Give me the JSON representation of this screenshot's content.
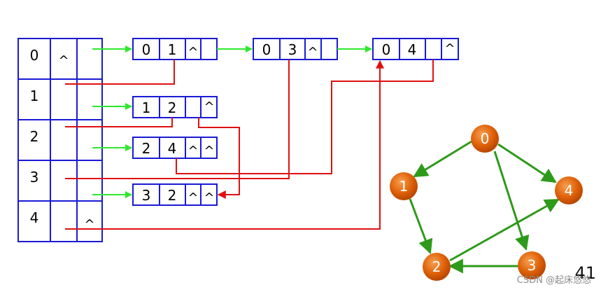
{
  "colors": {
    "box_border": "#1a1ad6",
    "green_link": "#2ee82e",
    "red_link": "#e01010",
    "edge_green": "#2e9a1a",
    "circle_fill": "#e0620a",
    "circle_highlight": "#f6a050"
  },
  "vertex_table": {
    "rows": [
      {
        "index": "0",
        "first_in": "^",
        "first_out": ""
      },
      {
        "index": "1",
        "first_in": "",
        "first_out": ""
      },
      {
        "index": "2",
        "first_in": "",
        "first_out": ""
      },
      {
        "index": "3",
        "first_in": "",
        "first_out": ""
      },
      {
        "index": "4",
        "first_in": "",
        "first_out": "^"
      }
    ]
  },
  "arc_nodes": [
    {
      "tail": "0",
      "head": "1",
      "hlink": "^",
      "tlink": ""
    },
    {
      "tail": "0",
      "head": "3",
      "hlink": "^",
      "tlink": ""
    },
    {
      "tail": "0",
      "head": "4",
      "hlink": "",
      "tlink": "^"
    },
    {
      "tail": "1",
      "head": "2",
      "hlink": "",
      "tlink": "^"
    },
    {
      "tail": "2",
      "head": "4",
      "hlink": "^",
      "tlink": "^"
    },
    {
      "tail": "3",
      "head": "2",
      "hlink": "^",
      "tlink": "^"
    }
  ],
  "graph": {
    "vertices": [
      "0",
      "1",
      "2",
      "3",
      "4"
    ],
    "edges": [
      [
        "0",
        "1"
      ],
      [
        "0",
        "4"
      ],
      [
        "0",
        "3"
      ],
      [
        "1",
        "2"
      ],
      [
        "2",
        "4"
      ],
      [
        "3",
        "2"
      ]
    ]
  },
  "page_number": "41",
  "watermark": "CSDN @起床悠悠"
}
